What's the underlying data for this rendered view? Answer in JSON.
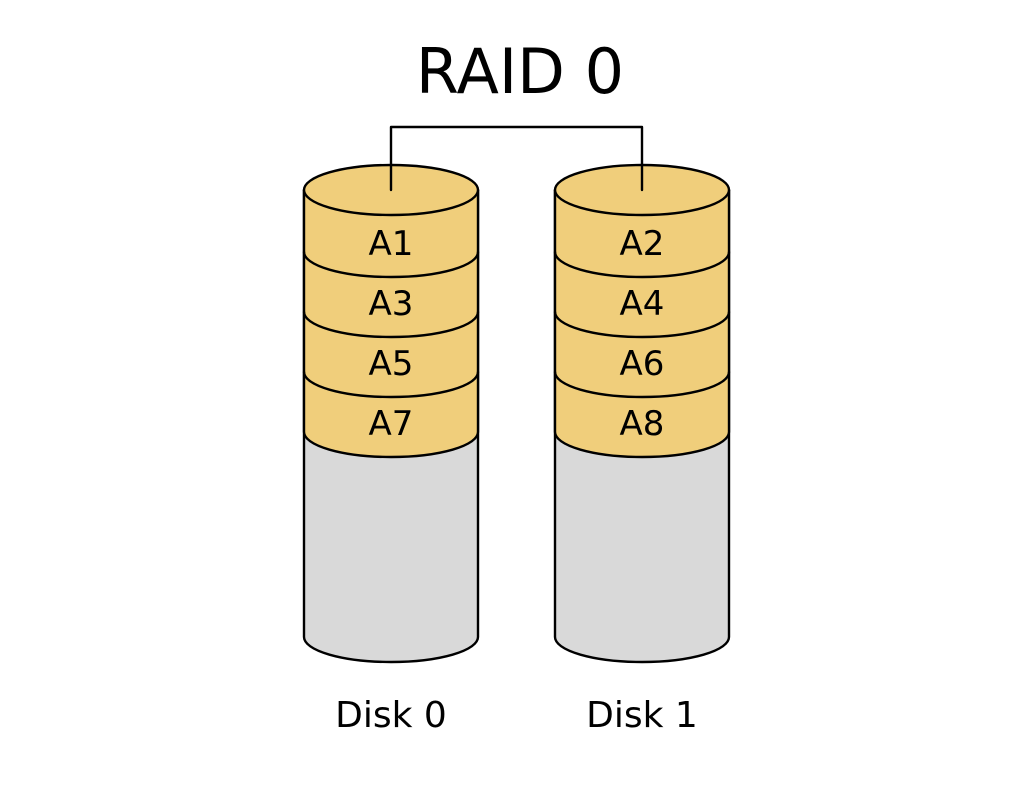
{
  "title": "RAID 0",
  "colors": {
    "block_fill": "#f0ce7b",
    "empty_fill": "#d9d9d9",
    "outline": "#000000",
    "background": "#ffffff"
  },
  "disks": [
    {
      "label": "Disk 0",
      "blocks": [
        "A1",
        "A3",
        "A5",
        "A7"
      ]
    },
    {
      "label": "Disk 1",
      "blocks": [
        "A2",
        "A4",
        "A6",
        "A8"
      ]
    }
  ]
}
